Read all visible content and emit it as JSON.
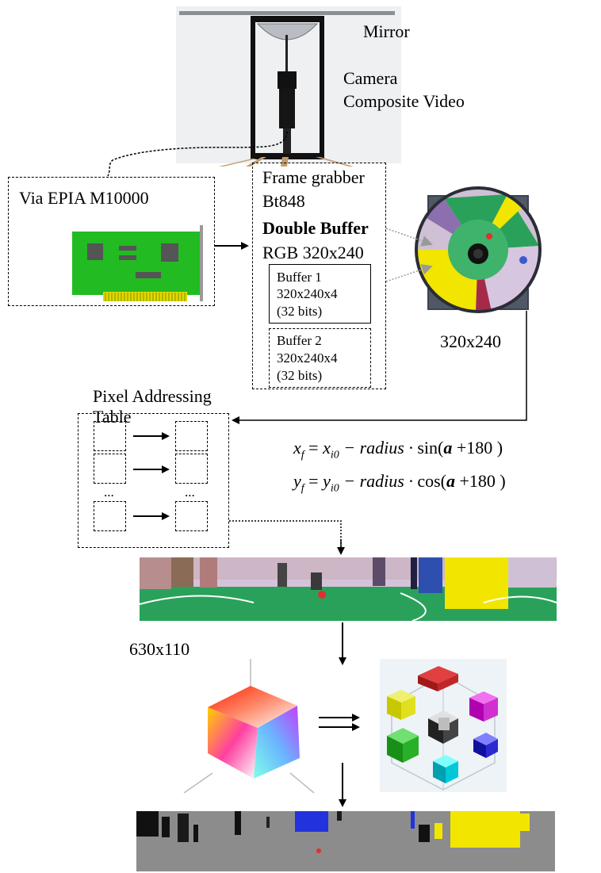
{
  "labels": {
    "mirror": "Mirror",
    "camera": "Camera",
    "composite": "Composite Video",
    "via": "Via EPIA M10000",
    "fg_title": "Frame grabber",
    "fg_chip": "Bt848",
    "fg_double": "Double Buffer",
    "fg_rgb": "RGB 320x240",
    "buf1_a": "Buffer 1",
    "buf1_b": "320x240x4",
    "buf1_c": "(32 bits)",
    "buf2_a": "Buffer 2",
    "buf2_b": "320x240x4",
    "buf2_c": "(32 bits)",
    "omni_size": "320x240",
    "pat_a": "Pixel Addressing",
    "pat_b": "Table",
    "pano_size": "630x110",
    "dots": "..."
  },
  "equations": {
    "xf_lhs": "x",
    "xf_sub": "f",
    "xf_eq": "=",
    "xf_rhs": "x",
    "xf_rhs_sub": "i0",
    "xf_minus": "− radius · ",
    "xf_fn": "sin(",
    "xf_alpha": "a",
    "xf_tail": " +180 )",
    "yf_lhs": "y",
    "yf_sub": "f",
    "yf_eq": "=",
    "yf_rhs": "y",
    "yf_rhs_sub": "i0",
    "yf_minus": "− radius · ",
    "yf_fn": "cos(",
    "yf_alpha": "a",
    "yf_tail": " +180 )"
  },
  "colors": {
    "pcb_green": "#22bb22",
    "chip_gray": "#555555",
    "arrow_gray": "#999999",
    "field_green": "#2aa15a",
    "yellow": "#f2e500",
    "seg_gray": "#8c8c8c"
  },
  "icons": [
    "mirror-camera-rig-image",
    "frame-grabber-card-icon",
    "omni-image",
    "panorama-image",
    "rgb-color-cube-image",
    "color-classes-cube-image",
    "segmented-image"
  ]
}
